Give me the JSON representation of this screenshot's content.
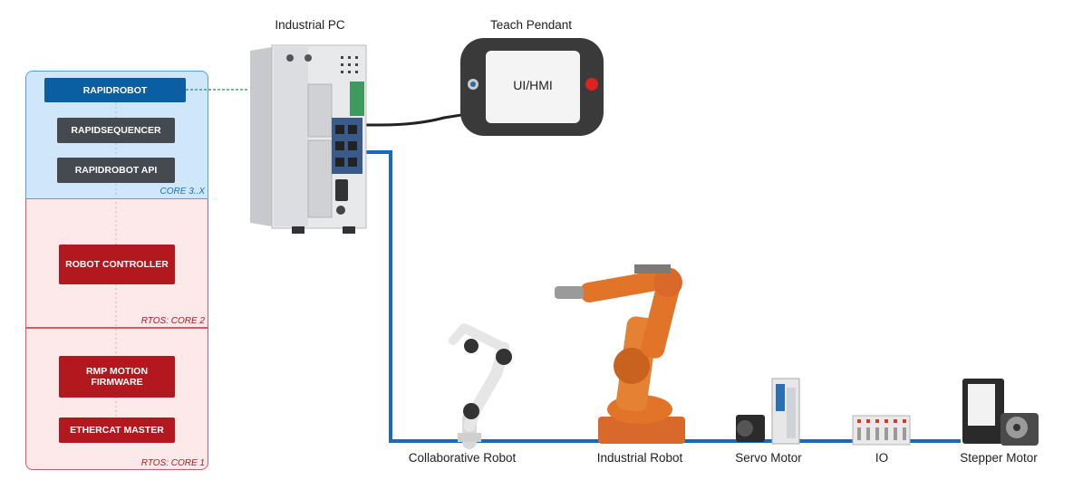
{
  "cores": {
    "core3": {
      "label": "CORE 3..X",
      "color": "#1f6fbf"
    },
    "core2": {
      "label": "RTOS: CORE 2",
      "color": "#b3181f"
    },
    "core1": {
      "label": "RTOS: CORE 1",
      "color": "#b3181f"
    }
  },
  "software": {
    "rapidrobot": "RAPIDROBOT",
    "rapidsequencer": "RAPIDSEQUENCER",
    "rapidrobot_api": "RAPIDROBOT API",
    "robot_controller": "ROBOT CONTROLLER",
    "rmp_motion_firmware": "RMP MOTION FIRMWARE",
    "ethercat_master": "ETHERCAT MASTER"
  },
  "hardware": {
    "industrial_pc": "Industrial PC",
    "teach_pendant": "Teach Pendant",
    "pendant_screen": "UI/HMI"
  },
  "devices": {
    "collaborative_robot": "Collaborative Robot",
    "industrial_robot": "Industrial Robot",
    "servo_motor": "Servo Motor",
    "io": "IO",
    "stepper_motor": "Stepper Motor"
  },
  "colors": {
    "ethercat_line": "#1a68c4",
    "robot_orange": "#e2742a",
    "link_green": "#2f8a5a"
  }
}
